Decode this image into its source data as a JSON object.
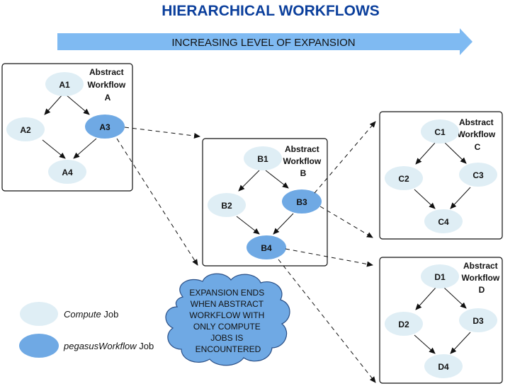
{
  "title": "HIERARCHICAL WORKFLOWS",
  "expansion_arrow_label": "INCREASING LEVEL OF EXPANSION",
  "colors": {
    "compute_job": "#dfeef5",
    "workflow_job": "#6fa9e4",
    "arrow": "#7fbaf2",
    "title": "#0b3f9c"
  },
  "workflows": {
    "A": {
      "label": [
        "Abstract",
        "Workflow",
        "A"
      ],
      "nodes": [
        "A1",
        "A2",
        "A3",
        "A4"
      ]
    },
    "B": {
      "label": [
        "Abstract",
        "Workflow",
        "B"
      ],
      "nodes": [
        "B1",
        "B2",
        "B3",
        "B4"
      ]
    },
    "C": {
      "label": [
        "Abstract",
        "Workflow",
        "C"
      ],
      "nodes": [
        "C1",
        "C2",
        "C3",
        "C4"
      ]
    },
    "D": {
      "label": [
        "Abstract",
        "Workflow",
        "D"
      ],
      "nodes": [
        "D1",
        "D2",
        "D3",
        "D4"
      ]
    }
  },
  "cloud_text": [
    "EXPANSION ENDS",
    "WHEN ABSTRACT",
    "WORKFLOW  WITH",
    "ONLY COMPUTE",
    "JOBS IS",
    "ENCOUNTERED"
  ],
  "legend": {
    "compute": {
      "italic": "Compute",
      "rest": " Job"
    },
    "workflow": {
      "italic": "pegasusWorkflow",
      "rest": " Job"
    }
  }
}
